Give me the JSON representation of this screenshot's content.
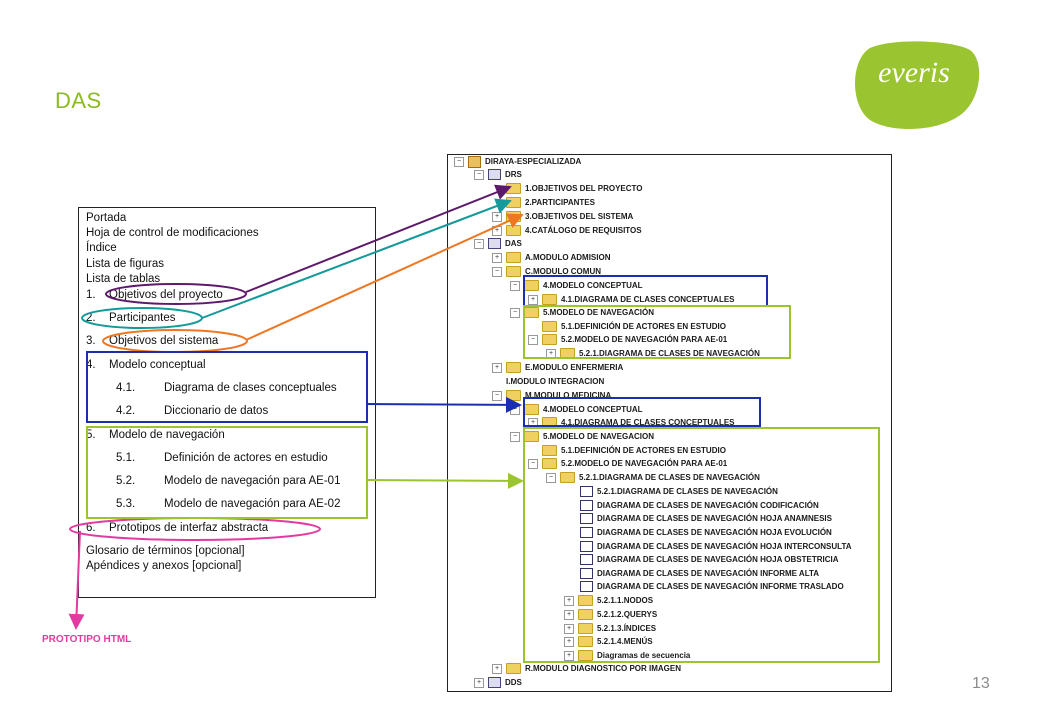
{
  "title": "DAS",
  "logo_text": "everis",
  "page_number": "13",
  "prototype_label": "PROTOTIPO HTML",
  "toc": {
    "portada": "Portada",
    "hoja": "Hoja de control de modificaciones",
    "indice": "Índice",
    "figuras": "Lista de figuras",
    "tablas": "Lista de tablas",
    "items": [
      {
        "num": "1.",
        "label": "Objetivos del proyecto"
      },
      {
        "num": "2.",
        "label": "Participantes"
      },
      {
        "num": "3.",
        "label": "Objetivos del sistema"
      },
      {
        "num": "4.",
        "label": "Modelo conceptual"
      },
      {
        "num": "4.1.",
        "label": "Diagrama de clases conceptuales"
      },
      {
        "num": "4.2.",
        "label": "Diccionario de datos"
      },
      {
        "num": "5.",
        "label": "Modelo de navegación"
      },
      {
        "num": "5.1.",
        "label": "Definición de actores en estudio"
      },
      {
        "num": "5.2.",
        "label": "Modelo de navegación para AE-01"
      },
      {
        "num": "5.3.",
        "label": "Modelo de navegación para AE-02"
      },
      {
        "num": "6.",
        "label": "Prototipos de interfaz abstracta"
      }
    ],
    "glosario": "Glosario de términos [opcional]",
    "apendices": "Apéndices y anexos [opcional]"
  },
  "tree": [
    "DIRAYA-ESPECIALIZADA",
    "DRS",
    "1.OBJETIVOS DEL PROYECTO",
    "2.PARTICIPANTES",
    "3.OBJETIVOS DEL SISTEMA",
    "4.CATÁLOGO DE REQUISITOS",
    "DAS",
    "A.MODULO ADMISION",
    "C.MODULO COMUN",
    "4.MODELO CONCEPTUAL",
    "4.1.DIAGRAMA DE CLASES CONCEPTUALES",
    "5.MODELO DE NAVEGACIÓN",
    "5.1.DEFINICIÓN DE ACTORES EN ESTUDIO",
    "5.2.MODELO DE NAVEGACIÓN PARA AE-01",
    "5.2.1.DIAGRAMA DE CLASES DE NAVEGACIÓN",
    "E.MODULO ENFERMERIA",
    "I.MODULO INTEGRACION",
    "M.MODULO MEDICINA",
    "4.MODELO CONCEPTUAL",
    "4.1.DIAGRAMA DE CLASES CONCEPTUALES",
    "5.MODELO DE NAVEGACION",
    "5.1.DEFINICIÓN DE ACTORES EN ESTUDIO",
    "5.2.MODELO DE NAVEGACIÓN PARA AE-01",
    "5.2.1.DIAGRAMA DE CLASES DE NAVEGACIÓN",
    "5.2.1.DIAGRAMA DE CLASES DE NAVEGACIÓN",
    "DIAGRAMA DE CLASES DE NAVEGACIÓN CODIFICACIÓN",
    "DIAGRAMA DE CLASES DE NAVEGACIÓN HOJA ANAMNESIS",
    "DIAGRAMA DE CLASES DE NAVEGACIÓN HOJA EVOLUCIÓN",
    "DIAGRAMA DE CLASES DE NAVEGACIÓN HOJA INTERCONSULTA",
    "DIAGRAMA DE CLASES DE NAVEGACIÓN HOJA OBSTETRICIA",
    "DIAGRAMA DE CLASES DE NAVEGACIÓN INFORME ALTA",
    "DIAGRAMA DE CLASES DE NAVEGACIÓN INFORME TRASLADO",
    "5.2.1.1.NODOS",
    "5.2.1.2.QUERYS",
    "5.2.1.3.ÍNDICES",
    "5.2.1.4.MENÚS",
    "Diagramas de secuencia",
    "R.MODULO DIAGNOSTICO POR IMAGEN",
    "DDS"
  ],
  "colors": {
    "title": "#8cbb1c",
    "purple": "#5e1a6a",
    "teal": "#149a9a",
    "orange": "#ee7722",
    "blue": "#1a2fb0",
    "green": "#9ac430",
    "pink": "#e23aa0"
  }
}
